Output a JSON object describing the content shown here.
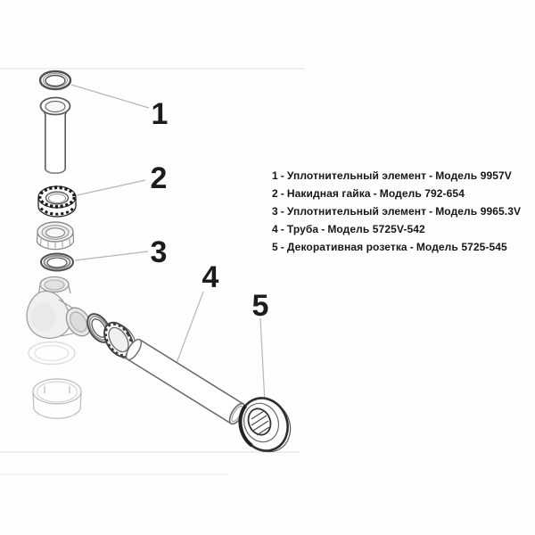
{
  "legend": {
    "separator": "-",
    "items": [
      {
        "id": "1",
        "name": "Уплотнительный элемент",
        "model": "Модель 9957V"
      },
      {
        "id": "2",
        "name": "Накидная гайка",
        "model": "Модель 792-654"
      },
      {
        "id": "3",
        "name": "Уплотнительный элемент",
        "model": "Модель 9965.3V"
      },
      {
        "id": "4",
        "name": "Труба",
        "model": "Модель 5725V-542"
      },
      {
        "id": "5",
        "name": "Декоративная розетка",
        "model": "Модель 5725-545"
      }
    ]
  },
  "diagram": {
    "callouts": [
      "1",
      "2",
      "3",
      "4",
      "5"
    ]
  }
}
